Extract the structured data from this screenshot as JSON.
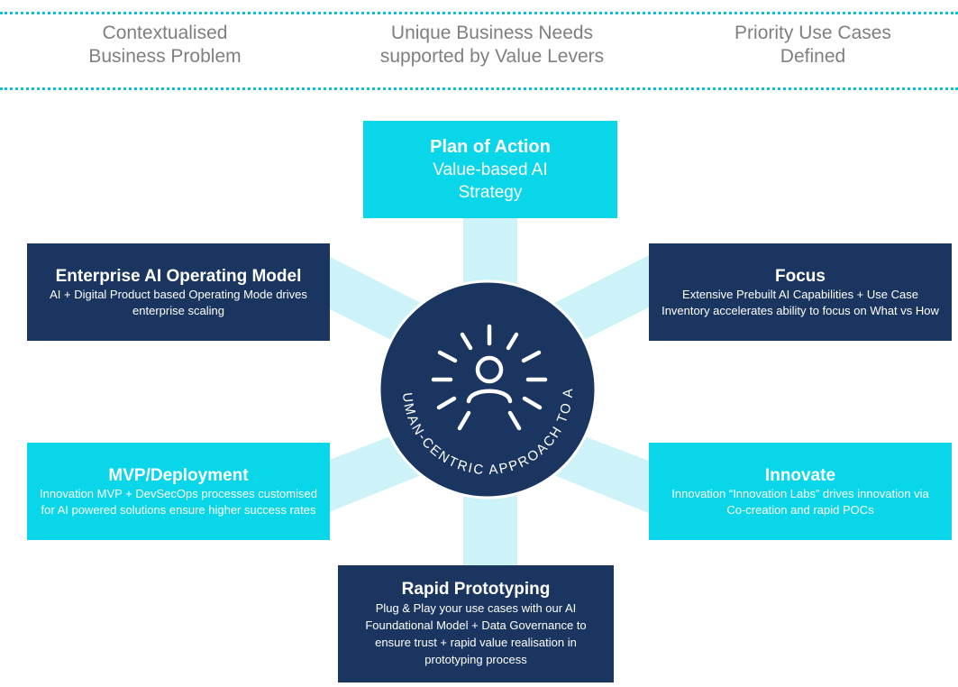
{
  "header": {
    "col1": [
      "Contextualised",
      "Business Problem"
    ],
    "col2": [
      "Unique Business Needs",
      "supported by Value Levers"
    ],
    "col3": [
      "Priority Use Cases",
      "Defined"
    ]
  },
  "center": {
    "ring_text": "HUMAN-CENTRIC APPROACH TO AI",
    "icon": "person-burst-icon"
  },
  "boxes": {
    "plan": {
      "title": "Plan of Action",
      "line1": "Value-based AI",
      "line2": "Strategy"
    },
    "enterprise": {
      "title": "Enterprise AI Operating Model",
      "desc": "AI + Digital Product based Operating Mode drives enterprise scaling"
    },
    "focus": {
      "title": "Focus",
      "desc": "Extensive Prebuilt AI Capabilities + Use Case Inventory accelerates ability to focus on What vs How"
    },
    "mvp": {
      "title": "MVP/Deployment",
      "desc": "Innovation MVP + DevSecOps processes customised for AI powered solutions ensure higher success rates"
    },
    "innovate": {
      "title": "Innovate",
      "desc": "Innovation “Innovation Labs” drives innovation via Co-creation and  rapid POCs"
    },
    "rapid": {
      "title": "Rapid Prototyping",
      "desc": "Plug & Play your use cases with our AI Foundational Model + Data Governance to ensure  trust + rapid value realisation in prototyping process"
    }
  },
  "colors": {
    "navy": "#1a3660",
    "cyan": "#0ad6ea",
    "spoke": "#cdf3f9",
    "header_text": "#7f7f7f",
    "dotted_rule": "#10bfd8"
  }
}
